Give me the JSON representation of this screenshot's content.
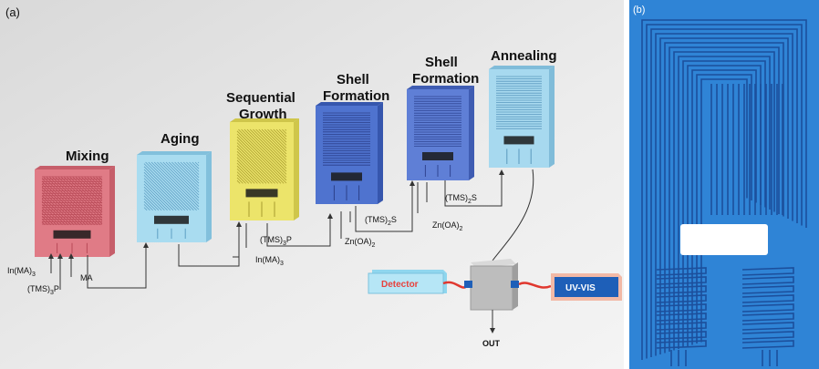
{
  "panel_a": {
    "label": "(a)",
    "stages": [
      {
        "title": "Mixing",
        "color": "#e07b86",
        "side": "#c65e6a",
        "pattern": "#b84a57"
      },
      {
        "title": "Aging",
        "color": "#a9dcf0",
        "side": "#82c0dc",
        "pattern": "#5e9fc4"
      },
      {
        "title": "Sequential",
        "title2": "Growth",
        "color": "#ece46a",
        "side": "#cfc64a",
        "pattern": "#a99d2e"
      },
      {
        "title": "Shell",
        "title2": "Formation",
        "color": "#4f73cf",
        "side": "#3656ad",
        "pattern": "#2b3f8a"
      },
      {
        "title": "Shell",
        "title2": "Formation",
        "color": "#5f7fd6",
        "side": "#3f5cb2",
        "pattern": "#2f4592"
      },
      {
        "title": "Annealing",
        "color": "#a7d9ef",
        "side": "#80bcd9",
        "pattern": "#5a98bd"
      }
    ],
    "reagents": {
      "mixing_in_ma": "In(MA)",
      "mixing_in_ma_sub": "3",
      "mixing_tms_p": "(TMS)",
      "mixing_tms_p_sub": "3",
      "mixing_tms_p_tail": "P",
      "mixing_ma": "MA",
      "seq_tms_p": "(TMS)",
      "seq_tms_p_sub": "3",
      "seq_tms_p_tail": "P",
      "seq_in_ma": "In(MA)",
      "seq_in_ma_sub": "3",
      "shell1_zn": "Zn(OA)",
      "shell1_zn_sub": "2",
      "shell1_tms_s": "(TMS)",
      "shell1_tms_s_sub": "2",
      "shell1_tms_s_tail": "S",
      "shell2_zn": "Zn(OA)",
      "shell2_zn_sub": "2",
      "shell2_tms_s": "(TMS)",
      "shell2_tms_s_sub": "2",
      "shell2_tms_s_tail": "S"
    },
    "instruments": {
      "detector": "Detector",
      "uvvis": "UV-VIS",
      "out": "OUT"
    },
    "colors": {
      "detector_text": "#e8413c",
      "uvvis_text": "#ffffff",
      "uvvis_box": "#1e5fb8",
      "fiber": "#e0382f"
    }
  },
  "panel_b": {
    "label": "(b)",
    "colors": {
      "background": "#2f84d6",
      "channel": "#1c4f9c",
      "chamber": "#ffffff"
    }
  }
}
